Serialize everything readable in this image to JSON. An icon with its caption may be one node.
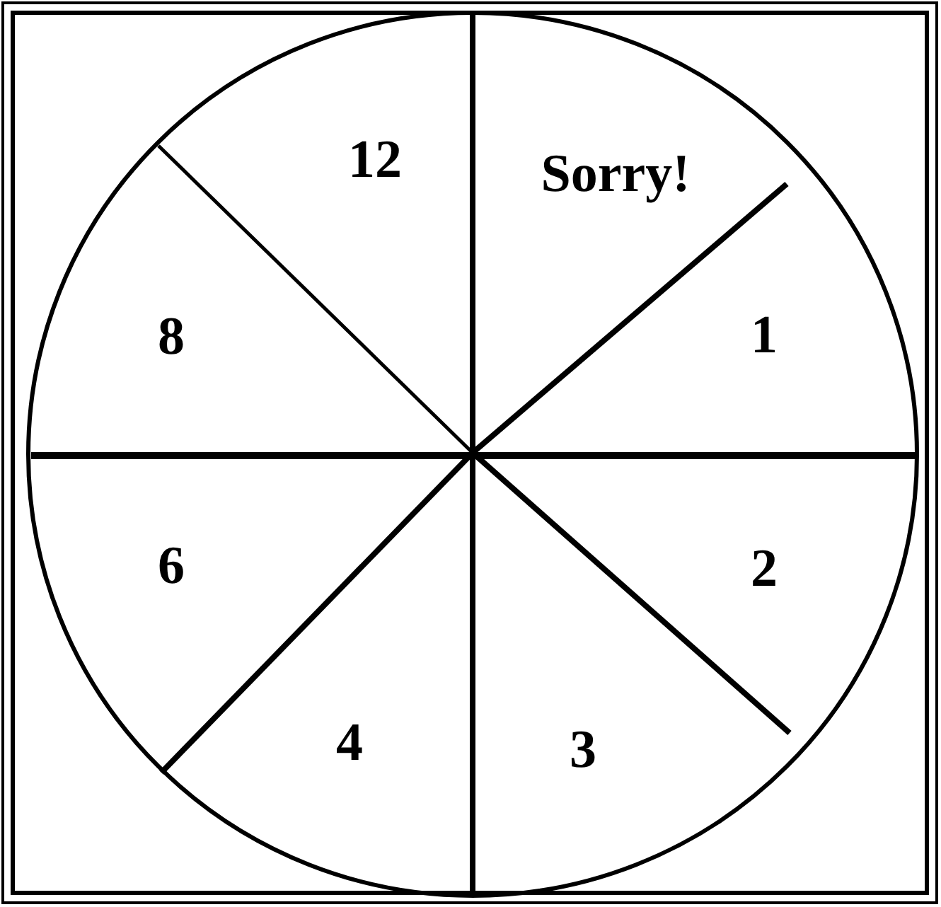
{
  "diagram": {
    "labels": [
      "12",
      "Sorry!",
      "8",
      "1",
      "6",
      "2",
      "4",
      "3"
    ]
  }
}
